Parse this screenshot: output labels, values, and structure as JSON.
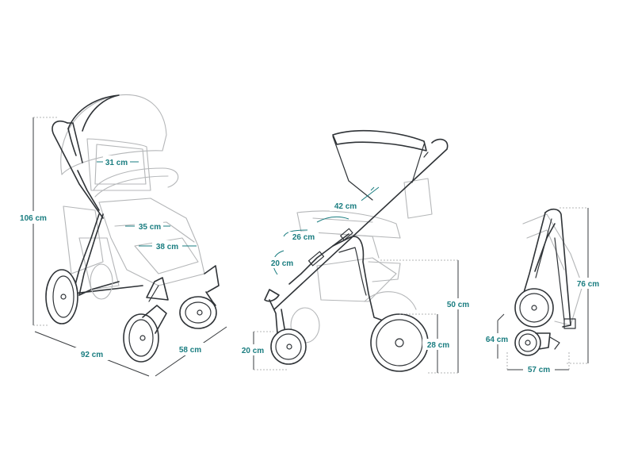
{
  "views": {
    "front": {
      "height": "106 cm",
      "depth": "92 cm",
      "width": "58 cm",
      "seat_width": "31 cm",
      "seat_depth": "35 cm",
      "footrest": "38 cm"
    },
    "side": {
      "backrest": "42 cm",
      "seat": "26 cm",
      "legrest": "20 cm",
      "front_wheel": "20 cm",
      "seat_height": "50 cm",
      "rear_wheel": "28 cm"
    },
    "folded": {
      "height": "76 cm",
      "depth": "64 cm",
      "length": "57 cm"
    }
  },
  "colors": {
    "dimension": "#1a7d80",
    "outline_dark": "#2f3337",
    "outline_light": "#b4b6b8"
  }
}
